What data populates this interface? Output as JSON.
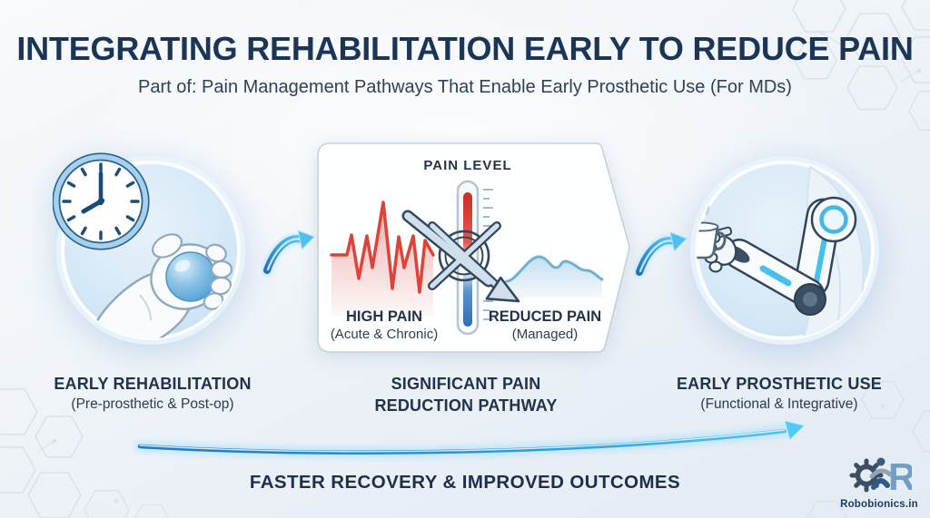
{
  "header": {
    "title": "INTEGRATING REHABILITATION EARLY TO REDUCE PAIN",
    "subtitle": "Part of: Pain Management Pathways That Enable Early Prosthetic Use (For MDs)"
  },
  "panel": {
    "title": "PAIN LEVEL",
    "high_pain": {
      "label": "HIGH PAIN",
      "sublabel": "(Acute & Chronic)"
    },
    "reduced_pain": {
      "label": "REDUCED PAIN",
      "sublabel": "(Managed)"
    }
  },
  "stages": {
    "rehabilitation": {
      "label": "EARLY REHABILITATION",
      "sublabel": "(Pre-prosthetic & Post-op)"
    },
    "pain_reduction": {
      "label_line1": "SIGNIFICANT PAIN",
      "label_line2": "REDUCTION PATHWAY"
    },
    "prosthetic_use": {
      "label": "EARLY PROSTHETIC USE",
      "sublabel": "(Functional & Integrative)"
    }
  },
  "footer": {
    "banner": "FASTER RECOVERY & IMPROVED OUTCOMES",
    "brand": "Robobionics.in",
    "logo_letter": "R"
  },
  "icons": {
    "clock": "clock-icon",
    "hand_ball": "hand-squeezing-ball-icon",
    "thermometer": "pain-level-thermometer-icon",
    "crossed_arrow": "pain-reduction-crossed-arrow-icon",
    "wave_high": "high-pain-waveform-icon",
    "wave_low": "reduced-pain-waveform-icon",
    "flow_arrow": "curved-flow-arrow-icon",
    "progress_arrow": "progress-arrow-icon",
    "prosthetic_arm": "prosthetic-arm-icon",
    "coffee_cup": "coffee-cup-icon",
    "logo": "robobionics-logo-icon"
  },
  "colors": {
    "background": "#eef2f7",
    "title_navy": "#1b3557",
    "pain_red": "#df4337",
    "sky_blue": "#45b6f2",
    "wave_blue": "#6fb0d6",
    "steel_blue": "#cfe0ec",
    "brand_navy": "#1d3a5c"
  }
}
